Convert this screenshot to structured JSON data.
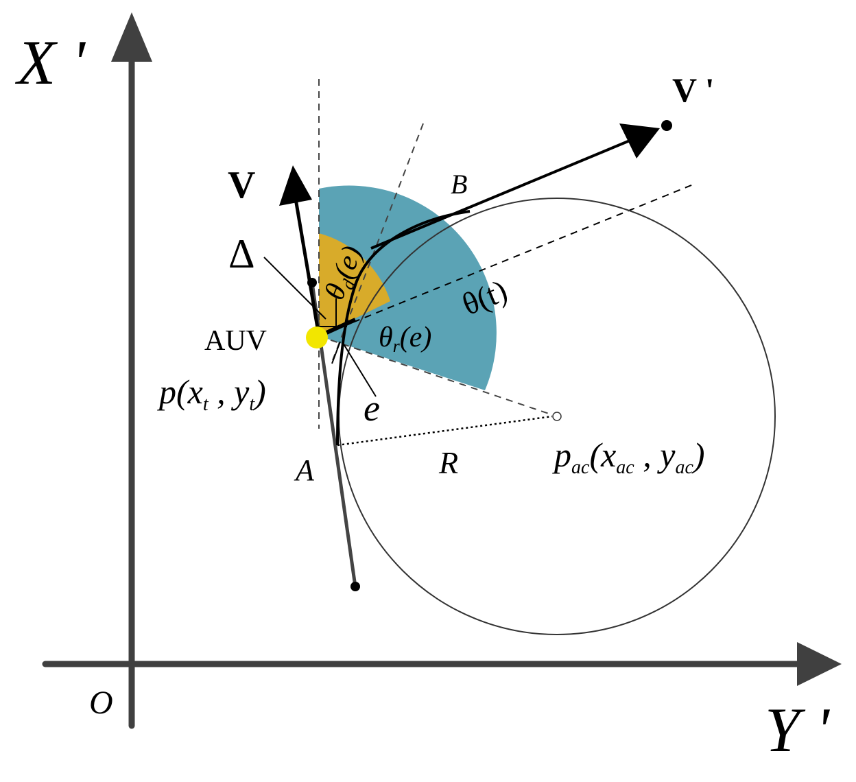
{
  "axes": {
    "x_axis_label": "X '",
    "y_axis_label": "Y '",
    "origin_label": "O"
  },
  "labels": {
    "V": "V",
    "V_prime": "V '",
    "B": "B",
    "A": "A",
    "R": "R",
    "delta": "Δ",
    "e": "e",
    "theta_t": "θ(t)",
    "AUV": "AUV",
    "p_t": {
      "p": "p",
      "open": "(",
      "x": "x",
      "t1": "t",
      "comma": " , ",
      "y": "y",
      "t2": "t",
      "close": ")"
    },
    "theta_d": {
      "theta": "θ",
      "sub": "d",
      "arg": "(e)"
    },
    "theta_r": {
      "theta": "θ",
      "sub": "r",
      "arg": "(e)"
    },
    "p_ac": {
      "p": "p",
      "sub1": "ac",
      "open": "(",
      "x": "x",
      "sub2": "ac",
      "comma": " , ",
      "y": "y",
      "sub3": "ac",
      "close": ")"
    }
  },
  "colors": {
    "axis": "#404040",
    "teal_sector": "#5ba3b5",
    "gold_sector": "#d8ab2a",
    "auv": "#f2e600",
    "line": "#000000",
    "circle": "#333333"
  }
}
